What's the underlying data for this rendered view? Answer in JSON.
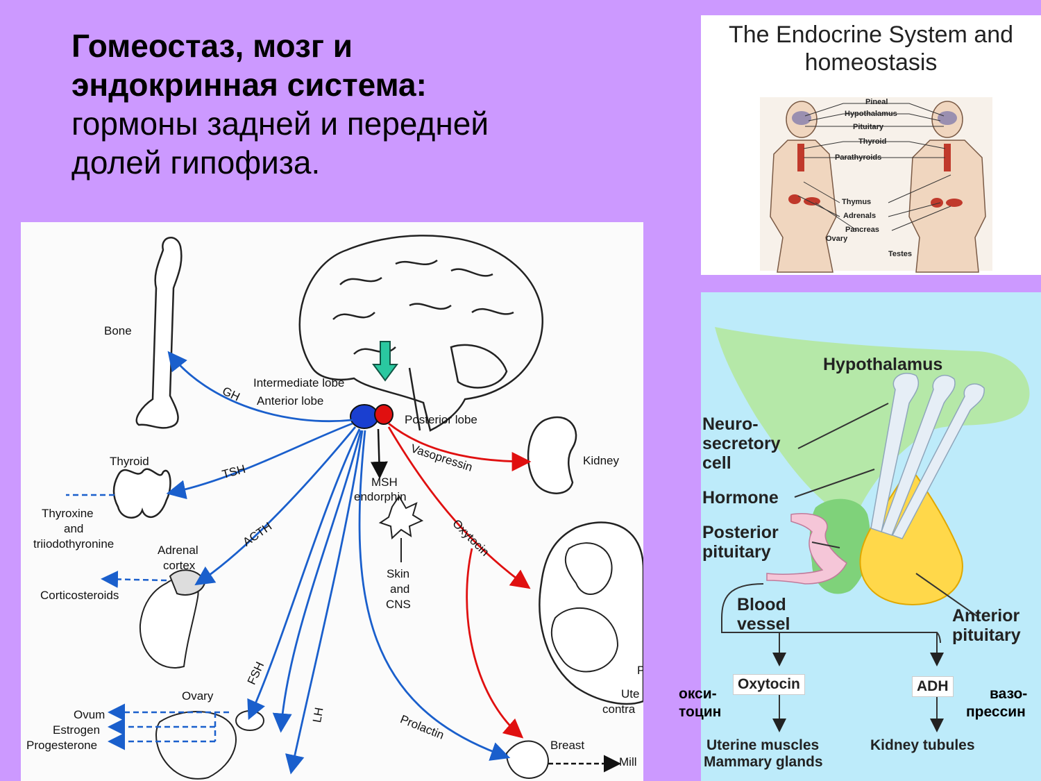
{
  "title": {
    "line1": "Гомеостаз, мозг и",
    "line2": "эндокринная система:",
    "line3": "гормоны задней и передней",
    "line4": "долей гипофиза."
  },
  "main_diagram": {
    "labels": {
      "bone": "Bone",
      "gh": "GH",
      "intermediate_lobe": "Intermediate lobe",
      "anterior_lobe": "Anterior lobe",
      "posterior_lobe": "Posterior lobe",
      "thyroid": "Thyroid",
      "tsh": "TSH",
      "thyroxine": "Thyroxine",
      "and": "and",
      "triiodothyronine": "triiodothyronine",
      "acth": "ACTH",
      "adrenal": "Adrenal",
      "cortex": "cortex",
      "corticosteroids": "Corticosteroids",
      "msh": "MSH",
      "endorphin": "endorphin",
      "skin": "Skin",
      "and2": "and",
      "cns": "CNS",
      "vasopressin": "Vasopressin",
      "kidney": "Kidney",
      "oxytocin": "Oxytocin",
      "fsh": "FSH",
      "lh": "LH",
      "ovary": "Ovary",
      "ovum": "Ovum",
      "estrogen": "Estrogen",
      "progesterone": "Progesterone",
      "prolactin": "Prolactin",
      "breast": "Breast",
      "milk": "Mill",
      "uterine": "Ute",
      "contract": "contra",
      "p": "P"
    }
  },
  "endocrine_panel": {
    "title_line1": "The Endocrine System and",
    "title_line2": "homeostasis",
    "labels": {
      "pineal": "Pineal",
      "hypothalamus": "Hypothalamus",
      "pituitary": "Pituitary",
      "thyroid": "Thyroid",
      "parathyroids": "Parathyroids",
      "thymus": "Thymus",
      "adrenals": "Adrenals",
      "pancreas": "Pancreas",
      "ovary": "Ovary",
      "testes": "Testes"
    }
  },
  "pituitary_panel": {
    "hypothalamus": "Hypothalamus",
    "neuro1": "Neuro-",
    "neuro2": "secretory",
    "neuro3": "cell",
    "hormone": "Hormone",
    "posterior1": "Posterior",
    "posterior2": "pituitary",
    "blood1": "Blood",
    "blood2": "vessel",
    "anterior1": "Anterior",
    "anterior2": "pituitary",
    "oxytocin": "Oxytocin",
    "adh": "ADH",
    "uterine": "Uterine muscles",
    "mammary": "Mammary glands",
    "kidney_tubules": "Kidney tubules"
  },
  "russian_labels": {
    "oxy1": "окси-",
    "oxy2": "тоцин",
    "vaso1": "вазо-",
    "vaso2": "прессин"
  },
  "colors": {
    "background": "#cc99ff",
    "blue_arrow": "#1a5fcc",
    "red_arrow": "#e01010",
    "hypothalamus_green": "#b5e8a8",
    "anterior_yellow": "#ffd84a",
    "vessel_pink": "#f5c6d8"
  }
}
